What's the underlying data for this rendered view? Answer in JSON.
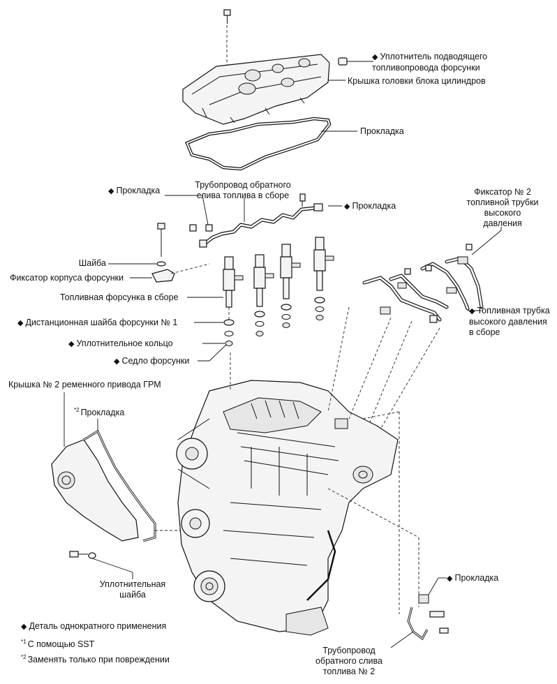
{
  "labels": {
    "injector_seal": "Уплотнитель подводящего топливопровода форсунки",
    "injector_seal_l1": "Уплотнитель подводящего",
    "injector_seal_l2": "топливопровода форсунки",
    "cylinder_head_cover": "Крышка головки блока цилиндров",
    "gasket_cover": "Прокладка",
    "gasket_return_left": "Прокладка",
    "return_pipe_l1": "Трубопровод обратного",
    "return_pipe_l2": "слива топлива в сборе",
    "gasket_return_right": "Прокладка",
    "clamp2_l1": "Фиксатор № 2",
    "clamp2_l2": "топливной трубки",
    "clamp2_l3": "высокого",
    "clamp2_l4": "давления",
    "washer": "Шайба",
    "injector_clamp": "Фиксатор корпуса форсунки",
    "injector_assy": "Топливная форсунка в сборе",
    "spacer": "Дистанционная шайба форсунки № 1",
    "o_ring": "Уплотнительное кольцо",
    "injector_seat": "Седло форсунки",
    "hp_pipe_l1": "Топливная трубка",
    "hp_pipe_l2": "высокого давления",
    "hp_pipe_l3": "в сборе",
    "timing_cover": "Крышка № 2 ременного привода ГРМ",
    "timing_gasket": "Прокладка",
    "seal_washer_l1": "Уплотнительная",
    "seal_washer_l2": "шайба",
    "gasket_bottom": "Прокладка",
    "return_pipe2_l1": "Трубопровод",
    "return_pipe2_l2": "обратного слива",
    "return_pipe2_l3": "топлива № 2"
  },
  "legend": {
    "non_reusable": "Деталь однократного применения",
    "sst_mark": "*1",
    "sst": "С помощью SST",
    "replace_mark": "*2",
    "replace": "Заменять только при повреждении"
  },
  "marks": {
    "diamond": "◆",
    "star2": "*2"
  }
}
